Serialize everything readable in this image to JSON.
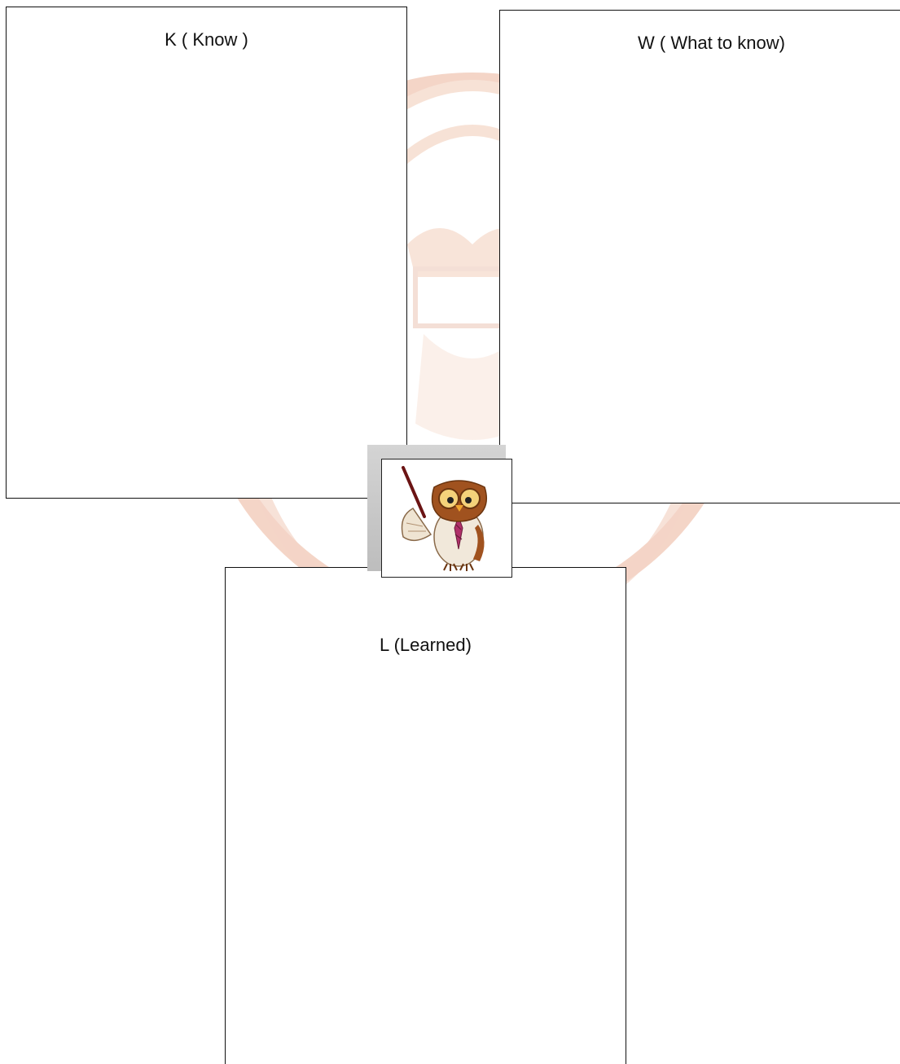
{
  "kwl_chart": {
    "know_label": "K ( Know )",
    "want_label": "W ( What to know)",
    "learned_label": "L (Learned)"
  },
  "images": {
    "mascot_icon": "owl-teacher-icon",
    "watermark_icon": "university-seal-watermark"
  },
  "colors": {
    "border": "#111111",
    "watermark": "#d86a3a",
    "owl_brown": "#a0521f",
    "owl_tie": "#b0306a"
  }
}
